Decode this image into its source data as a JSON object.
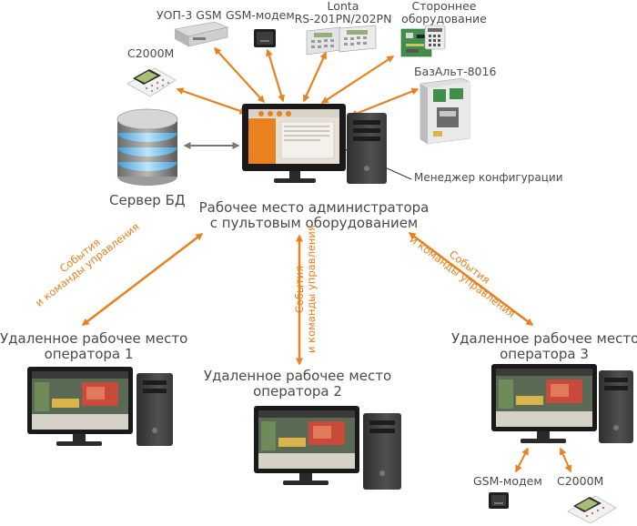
{
  "devices": {
    "uop3": "УОП-3 GSM",
    "gsm_top": "GSM-модем",
    "lonta_line1": "Lonta",
    "lonta_line2": "RS-201PN/202PN",
    "thirdparty_line1": "Стороннее",
    "thirdparty_line2": "оборудование",
    "s2000m_top": "С2000М",
    "bazalt": "БазАльт-8016",
    "gsm_bottom": "GSM-модем",
    "s2000m_bottom": "С2000М"
  },
  "server": "Сервер БД",
  "config_manager": "Менеджер конфигурации",
  "admin_workstation": {
    "line1": "Рабочее место администратора",
    "line2": "с пультовым оборудованием"
  },
  "operators": [
    {
      "line1": "Удаленное рабочее место",
      "line2": "оператора 1"
    },
    {
      "line1": "Удаленное рабочее место",
      "line2": "оператора 2"
    },
    {
      "line1": "Удаленное рабочее место",
      "line2": "оператора 3"
    }
  ],
  "link_labels": {
    "left": {
      "line1": "События",
      "line2": "и команды управления"
    },
    "center": {
      "line1": "События",
      "line2": "и команды управления"
    },
    "right": {
      "line1": "События",
      "line2": "и команды управления"
    }
  },
  "colors": {
    "accent": "#e8811e",
    "text": "#4a4a4a",
    "server_glow": "#7fc4ea",
    "link_text": "#e8811e"
  },
  "icons": {
    "monitor": "monitor-icon",
    "tower": "pc-tower-icon",
    "server": "database-server-icon",
    "keypad": "keypad-icon",
    "modem": "modem-icon",
    "panel": "control-panel-icon"
  }
}
